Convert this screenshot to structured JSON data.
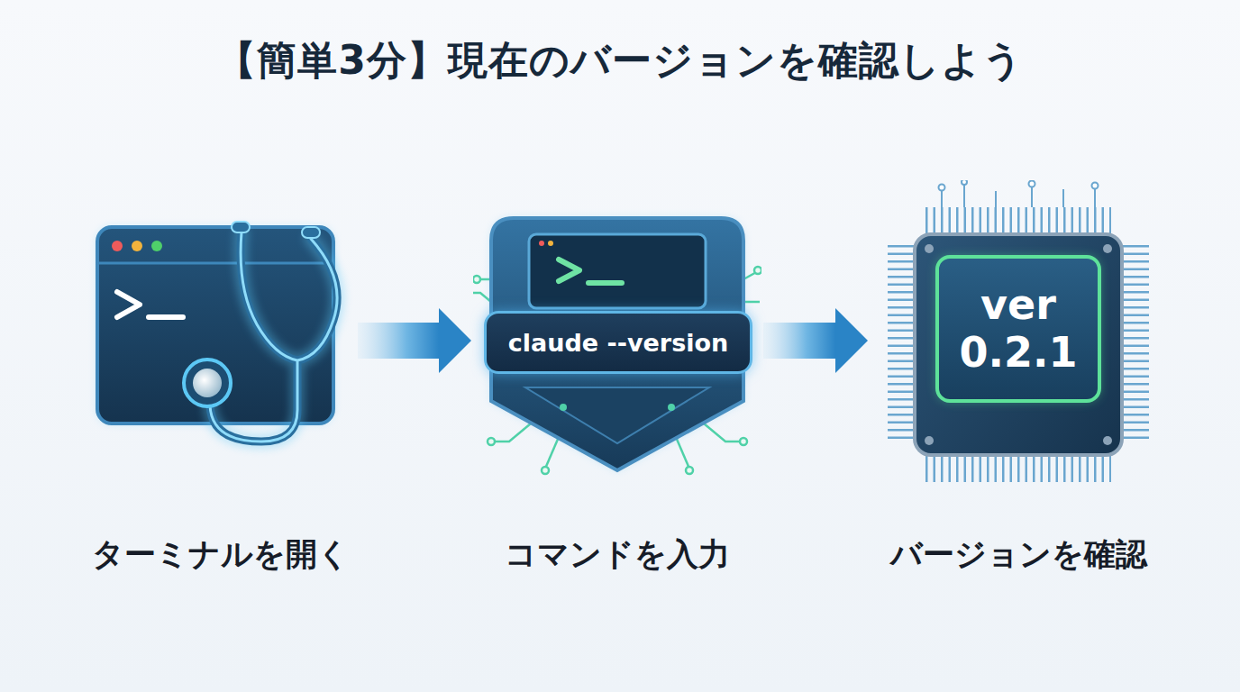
{
  "diagram": {
    "title": "【簡単3分】現在のバージョンを確認しよう",
    "nodes": [
      {
        "text": [
          "ターミナルを開く"
        ]
      },
      {
        "text": [
          "claude --version",
          "コマンドを入力"
        ]
      },
      {
        "text": [
          "ver 0.2.1",
          "バージョンを確認"
        ]
      }
    ],
    "edges": [
      {
        "from": 0,
        "to": 1,
        "arrow": "to"
      },
      {
        "from": 1,
        "to": 2,
        "arrow": "to"
      }
    ]
  }
}
